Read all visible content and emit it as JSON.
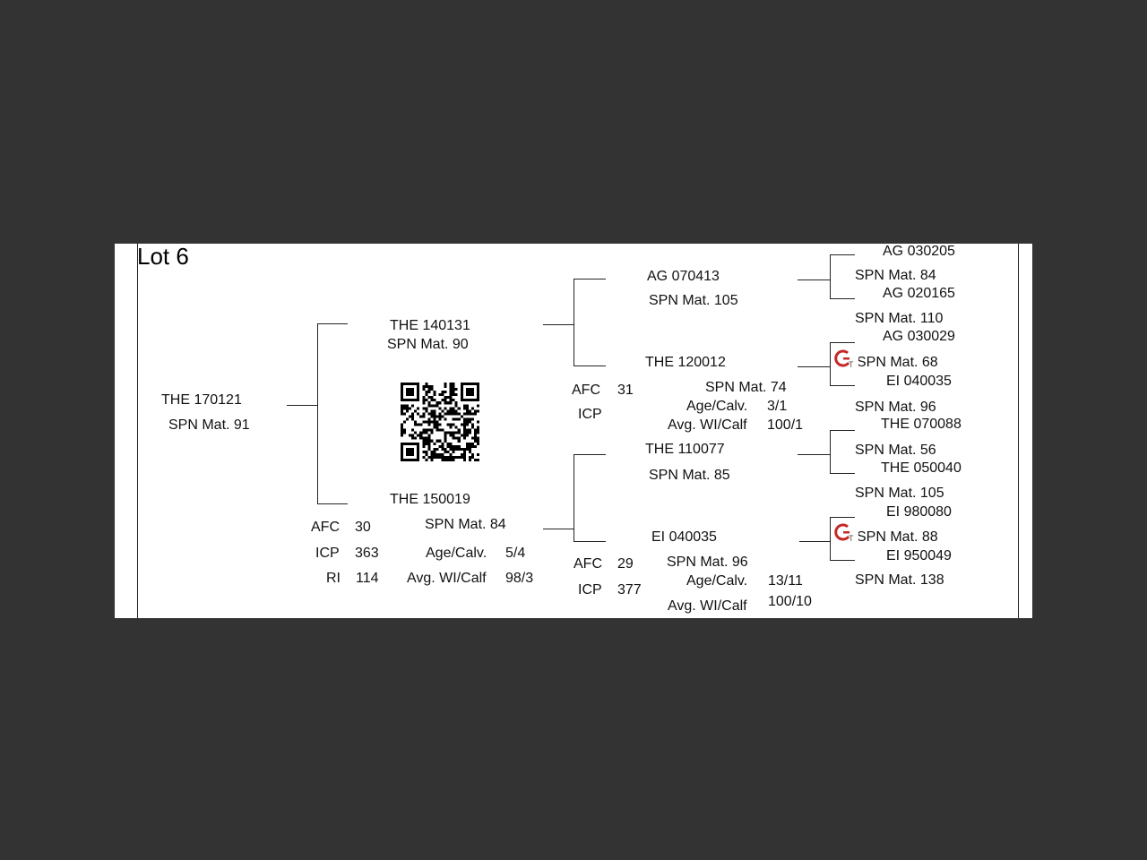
{
  "lot": "Lot 6",
  "animal": {
    "id": "THE 170121",
    "spn": "SPN Mat. 91"
  },
  "sire": {
    "id": "THE 140131",
    "spn": "SPN Mat. 90"
  },
  "dam": {
    "id": "THE 150019",
    "spn": "SPN Mat. 84",
    "afc_label": "AFC",
    "afc": "30",
    "icp_label": "ICP",
    "icp": "363",
    "ri_label": "RI",
    "ri": "114",
    "age_label": "Age/Calv.",
    "age": "5/4",
    "wi_label": "Avg. WI/Calf",
    "wi": "98/3"
  },
  "sire_sire": {
    "id": "AG  070413",
    "spn": "SPN Mat. 105"
  },
  "sire_dam": {
    "id": "THE 120012",
    "spn": "SPN Mat. 74",
    "afc_label": "AFC",
    "afc": "31",
    "icp_label": "ICP",
    "age_label": "Age/Calv.",
    "age": "3/1",
    "wi_label": "Avg. WI/Calf",
    "wi": "100/1"
  },
  "dam_sire": {
    "id": "THE 110077",
    "spn": "SPN Mat. 85"
  },
  "dam_dam": {
    "id": "EI  040035",
    "spn": "SPN Mat. 96",
    "afc_label": "AFC",
    "afc": "29",
    "icp_label": "ICP",
    "icp": "377",
    "age_label": "Age/Calv.",
    "age": "13/11",
    "wi_label": "Avg. WI/Calf",
    "wi": "100/10"
  },
  "great_grandparents": [
    {
      "id": "AG  030205",
      "spn": "SPN Mat. 84"
    },
    {
      "id": "AG  020165",
      "spn": "SPN Mat. 110"
    },
    {
      "id": "AG  030029",
      "spn": "SPN Mat. 68"
    },
    {
      "id": "EI  040035",
      "spn": "SPN Mat. 96"
    },
    {
      "id": "THE 070088",
      "spn": "SPN Mat. 56"
    },
    {
      "id": "THE 050040",
      "spn": "SPN Mat. 105"
    },
    {
      "id": "EI  980080",
      "spn": "SPN Mat. 88"
    },
    {
      "id": "EI  950049",
      "spn": "SPN Mat. 138"
    }
  ],
  "badge_icon": "gt-logo-icon",
  "qr_icon": "qr-code-icon"
}
